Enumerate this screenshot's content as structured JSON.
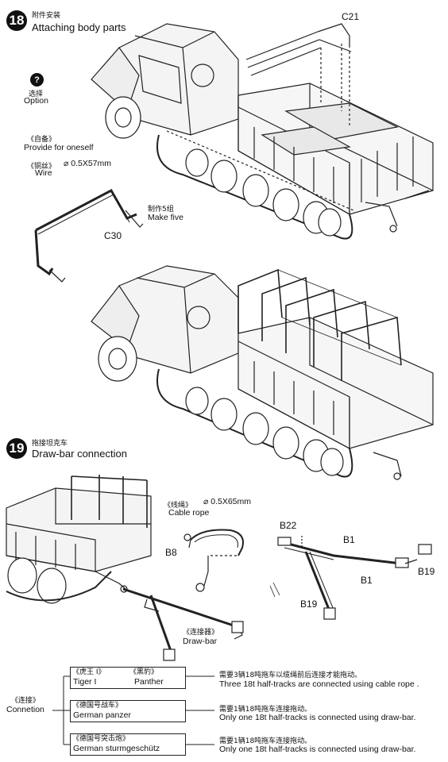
{
  "step18": {
    "number": "18",
    "title_cn": "附件安装",
    "title_en": "Attaching body parts",
    "option_symbol": "?",
    "option_cn": "选择",
    "option_en": "Option",
    "provide_cn": "《自备》",
    "provide_en": "Provide for oneself",
    "wire_spec_cn": "《铜丝》",
    "wire_spec": "⌀ 0.5X57mm",
    "wire_en": "Wire",
    "make_five_cn": "制作5组",
    "make_five_en": "Make five",
    "part_c30": "C30",
    "part_c21": "C21"
  },
  "step19": {
    "number": "19",
    "title_cn": "拖接坦克车",
    "title_en": "Draw-bar connection",
    "rope_spec_cn": "《线绳》",
    "rope_spec": "⌀ 0.5X65mm",
    "rope_en": "Cable rope",
    "part_b8": "B8",
    "part_b22": "B22",
    "part_b1_top": "B1",
    "part_b1_mid": "B1",
    "part_b19_right": "B19",
    "part_b19_bottom": "B19",
    "drawbar_cn": "《连接器》",
    "drawbar_en": "Draw-bar"
  },
  "connection_table": {
    "root_cn": "《连接》",
    "root_en": "Connetion",
    "rows": [
      {
        "tank_a_cn": "《虎王 I》",
        "tank_a_en": "Tiger I",
        "tank_b_cn": "《黑豹》",
        "tank_b_en": "Panther",
        "desc_cn": "需要3辆18吨拖车以缆绳前后连接才能拖动。",
        "desc_en": "Three 18t half-tracks are connected using cable rope ."
      },
      {
        "tank_a_cn": "《德国号战车》",
        "tank_a_en": "German panzer",
        "desc_cn": "需要1辆18吨拖车连接拖动。",
        "desc_en": "Only one 18t half-tracks is connected using draw-bar."
      },
      {
        "tank_a_cn": "《德国号突击炮》",
        "tank_a_en": "German sturmgeschütz",
        "desc_cn": "需要1辆18吨拖车连接拖动。",
        "desc_en": "Only one 18t half-tracks is connected using draw-bar."
      }
    ]
  },
  "colors": {
    "ink": "#111111",
    "paper": "#ffffff",
    "shade": "#bdbdbd"
  }
}
